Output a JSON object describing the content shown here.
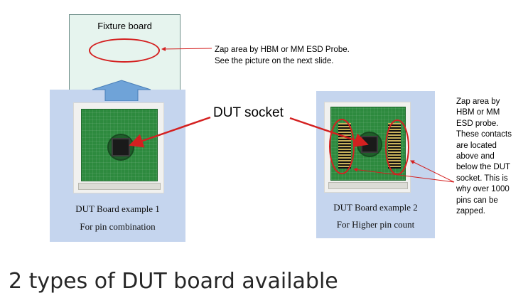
{
  "fixture": {
    "label": "Fixture board"
  },
  "zap_note_top": {
    "line1": "Zap area by HBM or MM  ESD Probe.",
    "line2": "See the picture on the next slide."
  },
  "dut_socket_label": "DUT socket",
  "left_board": {
    "caption_line1": "DUT Board example 1",
    "caption_line2": "For pin combination"
  },
  "right_board": {
    "caption_line1": "DUT Board example 2",
    "caption_line2": "For Higher pin count"
  },
  "zap_note_right": {
    "lines": [
      "Zap area by",
      "HBM or MM",
      "ESD probe.",
      "These contacts",
      "are located",
      "above and",
      "below the DUT",
      "socket. This is",
      "why over 1000",
      "pins can be",
      "zapped."
    ]
  },
  "heading": "2 types of DUT board available",
  "colors": {
    "annotation_red": "#d42020",
    "arrow_blue": "#6fa3d8",
    "panel_blue": "#c5d5ee",
    "fixture_fill": "#e6f4ee"
  }
}
